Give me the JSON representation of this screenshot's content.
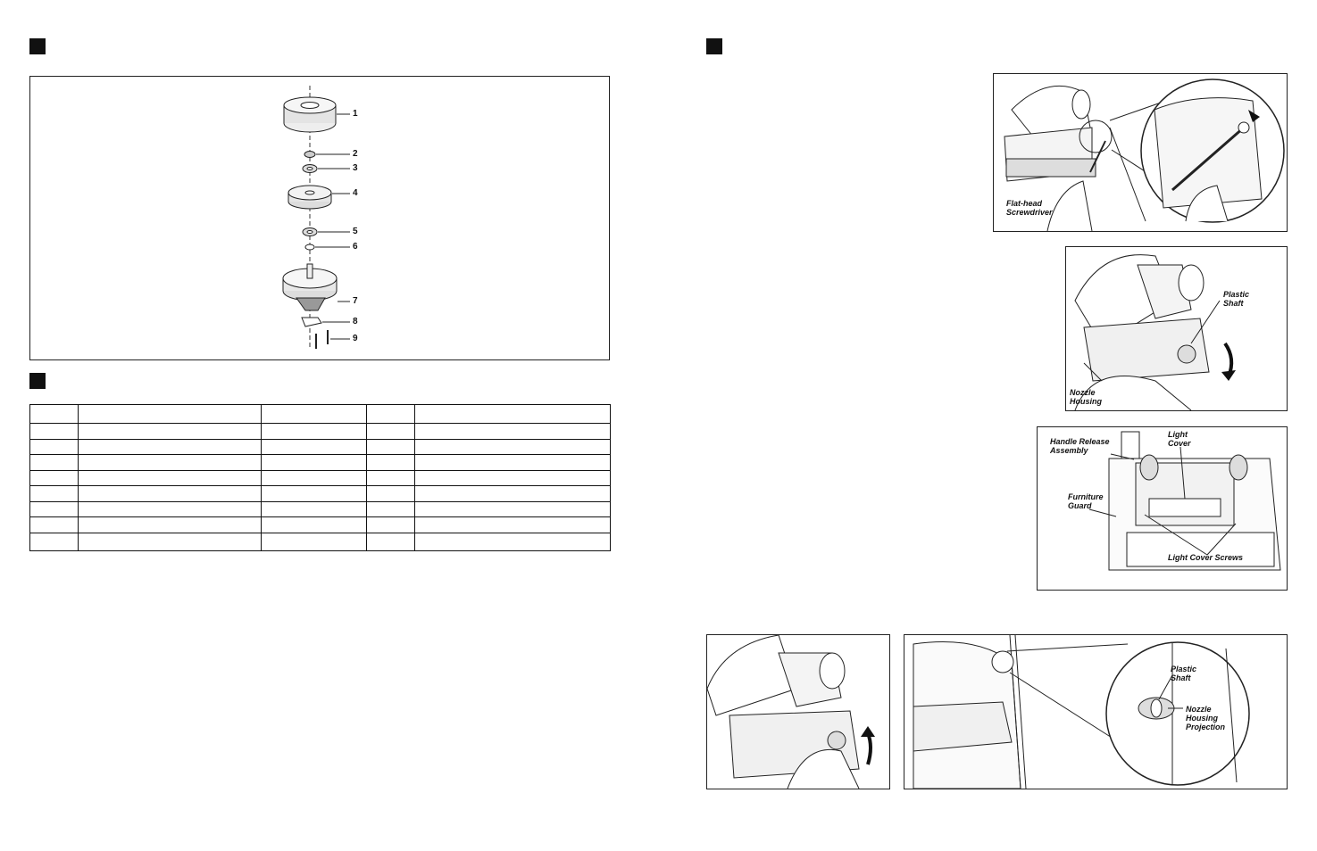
{
  "exploded_diagram": {
    "part_numbers": [
      "1",
      "2",
      "3",
      "4",
      "5",
      "6",
      "7",
      "8",
      "9"
    ]
  },
  "parts_table": {
    "rows": 9,
    "columns": 5
  },
  "figure_1": {
    "callouts": {
      "screwdriver": "Flat-head\nScrewdriver"
    }
  },
  "figure_2": {
    "callouts": {
      "plastic_shaft": "Plastic\nShaft",
      "nozzle_housing": "Nozzle\nHousing"
    }
  },
  "figure_3": {
    "callouts": {
      "handle_release": "Handle Release\nAssembly",
      "light_cover": "Light\nCover",
      "furniture_guard": "Furniture\nGuard",
      "light_cover_screws": "Light Cover Screws"
    }
  },
  "figure_5": {
    "callouts": {
      "plastic_shaft": "Plastic\nShaft",
      "nozzle_projection": "Nozzle\nHousing\nProjection"
    }
  }
}
